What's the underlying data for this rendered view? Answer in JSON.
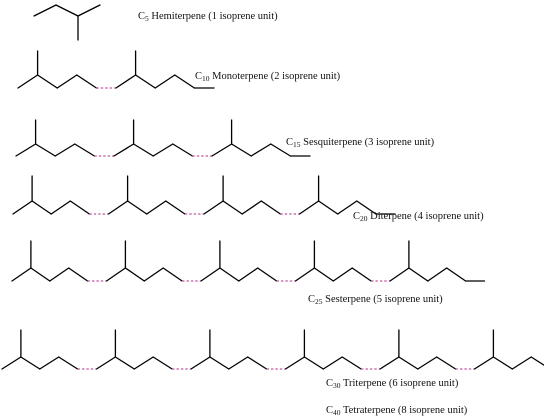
{
  "terpenes": [
    {
      "prefix": "C",
      "carbons": "5",
      "name": "Hemiterpene (1 isoprene unit)",
      "units": 1
    },
    {
      "prefix": "C",
      "carbons": "10",
      "name": "Monoterpene (2 isoprene unit)",
      "units": 2
    },
    {
      "prefix": "C",
      "carbons": "15",
      "name": "Sesquiterpene (3 isoprene unit)",
      "units": 3
    },
    {
      "prefix": "C",
      "carbons": "20",
      "name": "Diterpene (4 isoprene unit)",
      "units": 4
    },
    {
      "prefix": "C",
      "carbons": "25",
      "name": "Sesterpene (5 isoprene unit)",
      "units": 5
    },
    {
      "prefix": "C",
      "carbons": "30",
      "name": "Triterpene (6 isoprene unit)",
      "units": 6
    },
    {
      "prefix": "C",
      "carbons": "40",
      "name": "Tetraterpene (8 isoprene unit)",
      "units": null
    }
  ],
  "colors": {
    "bond": "#000000",
    "isoprene_link": "#b0308a"
  }
}
